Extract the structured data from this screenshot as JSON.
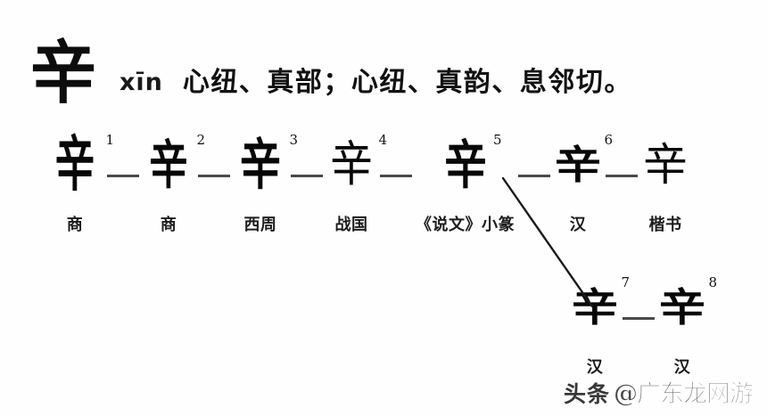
{
  "entry": {
    "headword": "辛",
    "pinyin": "xīn",
    "gloss": "心纽、真部；心纽、真韵、息邻切。"
  },
  "evolution": {
    "row_main": [
      {
        "glyph": "辛",
        "index": "1",
        "era": "商",
        "style": "g-oracle"
      },
      {
        "glyph": "辛",
        "index": "2",
        "era": "商",
        "style": "g-bronze"
      },
      {
        "glyph": "辛",
        "index": "3",
        "era": "西周",
        "style": "g-zhou"
      },
      {
        "glyph": "辛",
        "index": "4",
        "era": "战国",
        "style": "g-warring"
      },
      {
        "glyph": "辛",
        "index": "5",
        "era": "《说文》小篆",
        "style": "g-seal"
      },
      {
        "glyph": "辛",
        "index": "6",
        "era": "汉",
        "style": "g-clerk"
      },
      {
        "glyph": "辛",
        "index": "",
        "era": "楷书",
        "style": "g-kai"
      }
    ],
    "row_second": [
      {
        "glyph": "辛",
        "index": "7",
        "era": "汉",
        "style": "g-clerk"
      },
      {
        "glyph": "辛",
        "index": "8",
        "era": "汉",
        "style": "g-clerk"
      }
    ]
  },
  "watermark": {
    "platform": "头条",
    "site": "@广东龙网游"
  },
  "colors": {
    "ink": "#070707",
    "background": "#fefefe",
    "connector": "#4a4a4a"
  }
}
